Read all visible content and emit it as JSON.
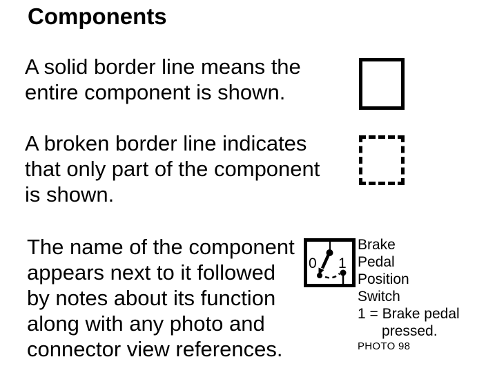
{
  "colors": {
    "ink": "#000000",
    "paper": "#ffffff"
  },
  "title": "Components",
  "sections": [
    {
      "text": [
        "A solid border line means the",
        "entire component is shown."
      ]
    },
    {
      "text": [
        "A broken border line indicates",
        "that only part of the component",
        "is shown."
      ]
    },
    {
      "text": [
        "The name of the component",
        "appears next to it followed",
        "by notes about its function",
        "along with any photo and",
        "connector view references."
      ]
    }
  ],
  "switch_figure": {
    "position_0": "0",
    "position_1": "1",
    "component_name": [
      "Brake",
      "Pedal",
      "Position",
      "Switch"
    ],
    "function_note": [
      "1 = Brake pedal",
      "      pressed."
    ],
    "photo_reference": "PHOTO 98"
  }
}
